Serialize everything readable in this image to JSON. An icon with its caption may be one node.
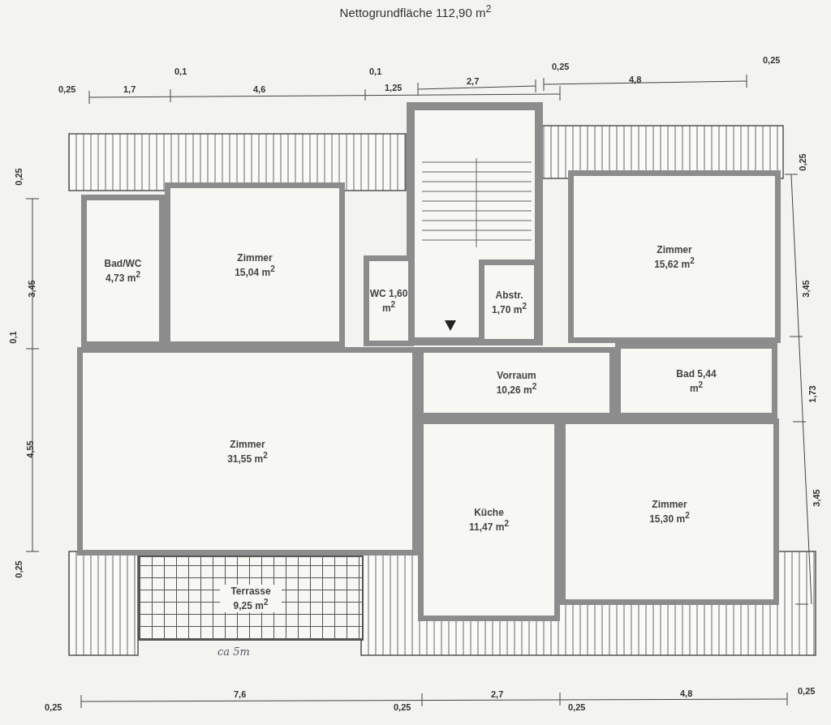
{
  "diagram": {
    "title": "Nettogrundfläche 112,90 m$^{2}$",
    "nodes": [
      {
        "text": [
          "Bad/WC 4,73 m$^{2}$"
        ]
      },
      {
        "text": [
          "Zimmer 15,04 m$^{2}$"
        ]
      },
      {
        "text": [
          "WC 1,60 m$^{2}$"
        ]
      },
      {
        "text": [
          "Abstr. 1,70 m$^{2}$"
        ]
      },
      {
        "text": [
          "Zimmer 15,62 m$^{2}$"
        ]
      },
      {
        "text": [
          "Zimmer 31,55 m$^{2}$"
        ]
      },
      {
        "text": [
          "Vorraum 10,26 m$^{2}$"
        ]
      },
      {
        "text": [
          "Bad 5,44 m$^{2}$"
        ]
      },
      {
        "text": [
          "Küche 11,47 m$^{2}$"
        ]
      },
      {
        "text": [
          "Zimmer 15,30 m$^{2}$"
        ]
      },
      {
        "text": [
          "Terrasse 9,25 m$^{2}$"
        ],
        "beside": [
          "ca 5m"
        ]
      }
    ],
    "edges": [],
    "labels": [
      "0,1",
      "0,1",
      "0,25",
      "0,25",
      "0,25",
      "1,7",
      "4,6",
      "1,25",
      "2,7",
      "4,8",
      "0,25",
      "3,45",
      "0,1",
      "4,55",
      "0,25",
      "0,25",
      "3,45",
      "1,73",
      "3,45",
      "0,25",
      "7,6",
      "2,7",
      "4,8",
      "0,25",
      "0,25",
      "0,25"
    ]
  }
}
